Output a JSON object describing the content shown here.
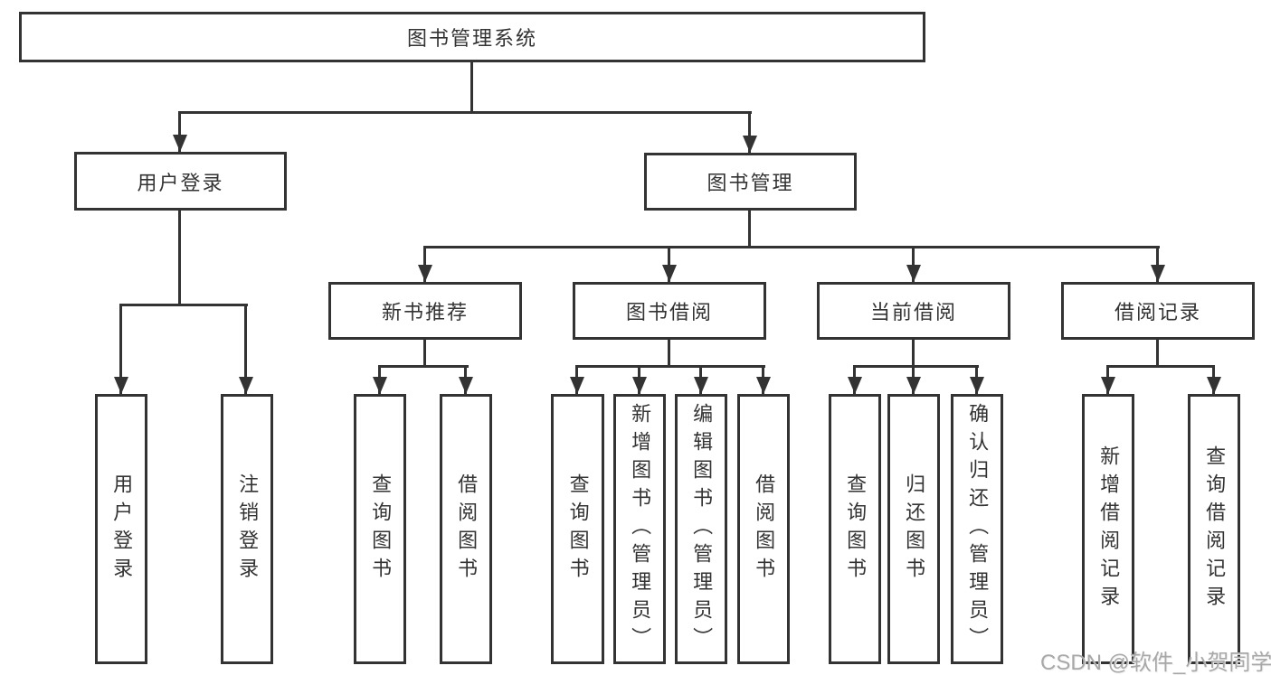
{
  "nodes": {
    "root": "图书管理系统",
    "user_login": "用户登录",
    "book_management": "图书管理",
    "new_book_recommend": "新书推荐",
    "book_borrow": "图书借阅",
    "current_borrow": "当前借阅",
    "borrow_record": "借阅记录"
  },
  "leaves": {
    "user_login": [
      "用户登录",
      "注销登录"
    ],
    "new_book_recommend": [
      "查询图书",
      "借阅图书"
    ],
    "book_borrow": [
      "查询图书",
      "新增图书（管理员）",
      "编辑图书（管理员）",
      "借阅图书"
    ],
    "current_borrow": [
      "查询图书",
      "归还图书",
      "确认归还（管理员）"
    ],
    "borrow_record": [
      "新增借阅记录",
      "查询借阅记录"
    ]
  },
  "watermark": "CSDN @软件_小贺同学",
  "colors": {
    "line": "#333333",
    "box_fill": "#ffffff",
    "background": "#ffffff",
    "watermark": "#a8a8a8"
  }
}
